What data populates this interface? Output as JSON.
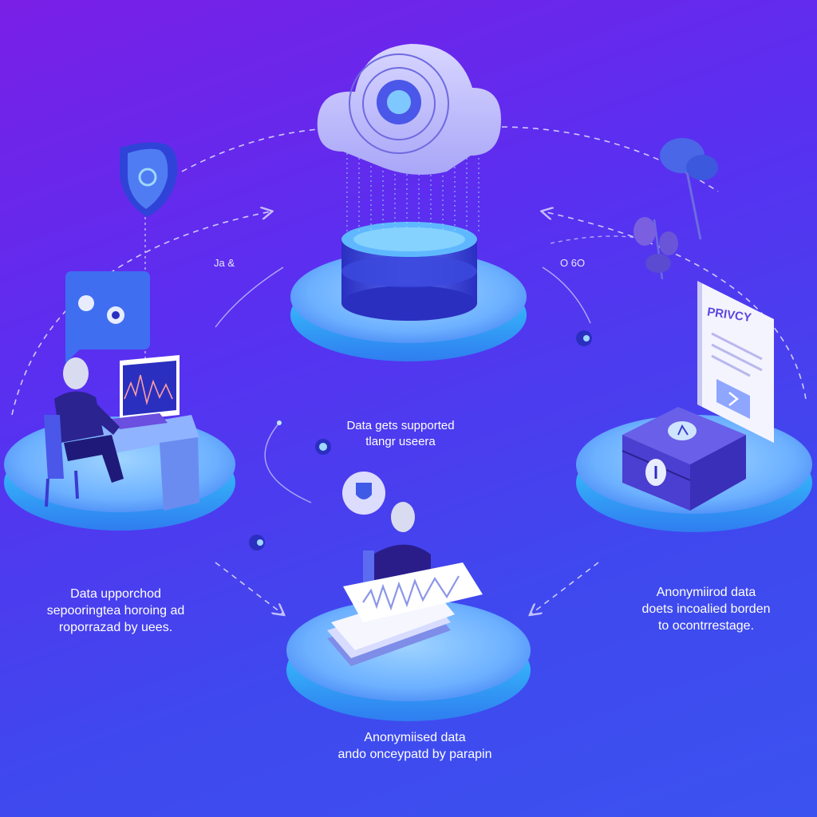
{
  "labels": {
    "center": [
      "Data gets supported",
      "tlangr useera"
    ],
    "left": [
      "Data upporchod",
      "sepooringtea horoing ad",
      "roporrazad by uees."
    ],
    "right": [
      "Anonymiirod data",
      "doets incoalied borden",
      "to ocontrrestage."
    ],
    "bottom": [
      "Anonymiised data",
      "ando onceypatd by parapin"
    ],
    "privacy_doc": "PRIVCY",
    "tiny_left": "Ja &",
    "tiny_right": "O 6O"
  },
  "colors": {
    "bg_top": "#7a1fe6",
    "bg_bottom": "#3c52f0",
    "platform_top": "#7ec3ff",
    "platform_edge": "#33d3ff",
    "accent": "#2a2cc8"
  }
}
